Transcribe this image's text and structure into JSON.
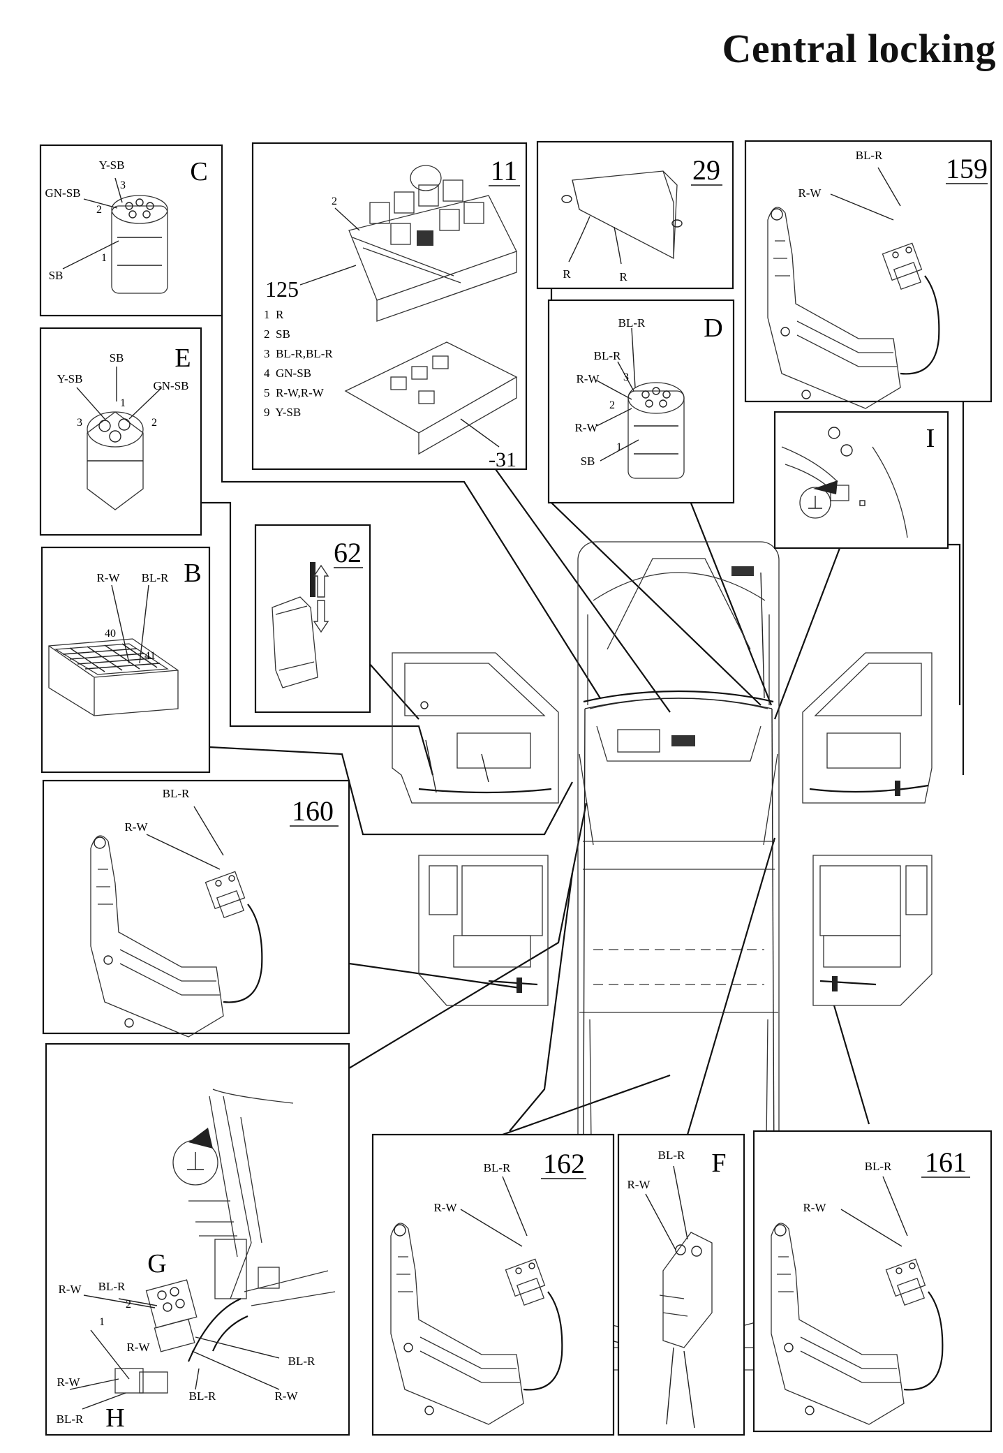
{
  "title": "Central locking",
  "panels": {
    "C": {
      "id": "C",
      "wires": [
        "Y-SB",
        "GN-SB",
        "SB"
      ],
      "pins": [
        "3",
        "2",
        "1"
      ]
    },
    "p11": {
      "id": "11",
      "items": [
        "1  R",
        "2  SB",
        "3  BL-R,BL-R",
        "4  GN-SB",
        "5  R-W,R-W",
        "9  Y-SB"
      ],
      "refs": [
        "2",
        "125",
        "-31"
      ]
    },
    "p29": {
      "id": "29",
      "wires": [
        "R",
        "R"
      ]
    },
    "p159": {
      "id": "159",
      "wires": [
        "BL-R",
        "R-W"
      ]
    },
    "E": {
      "id": "E",
      "wires": [
        "SB",
        "Y-SB",
        "GN-SB"
      ],
      "pins": [
        "1",
        "3",
        "2"
      ]
    },
    "D": {
      "id": "D",
      "wires": [
        "BL-R",
        "BL-R",
        "R-W",
        "R-W",
        "SB"
      ],
      "pins": [
        "3",
        "2",
        "1"
      ]
    },
    "I": {
      "id": "I"
    },
    "B": {
      "id": "B",
      "wires": [
        "R-W",
        "BL-R"
      ],
      "pins": [
        "40",
        "41"
      ]
    },
    "p62": {
      "id": "62"
    },
    "p160": {
      "id": "160",
      "wires": [
        "BL-R",
        "R-W"
      ]
    },
    "G": {
      "id": "G",
      "wires": [
        "R-W",
        "BL-R",
        "R-W",
        "BL-R",
        "R-W"
      ],
      "pins": [
        "2",
        "1"
      ]
    },
    "H": {
      "id": "H",
      "wires": [
        "R-W",
        "BL-R",
        "BL-R"
      ]
    },
    "p162": {
      "id": "162",
      "wires": [
        "BL-R",
        "R-W"
      ]
    },
    "F": {
      "id": "F",
      "wires": [
        "BL-R",
        "R-W"
      ]
    },
    "p161": {
      "id": "161",
      "wires": [
        "BL-R",
        "R-W"
      ]
    }
  }
}
